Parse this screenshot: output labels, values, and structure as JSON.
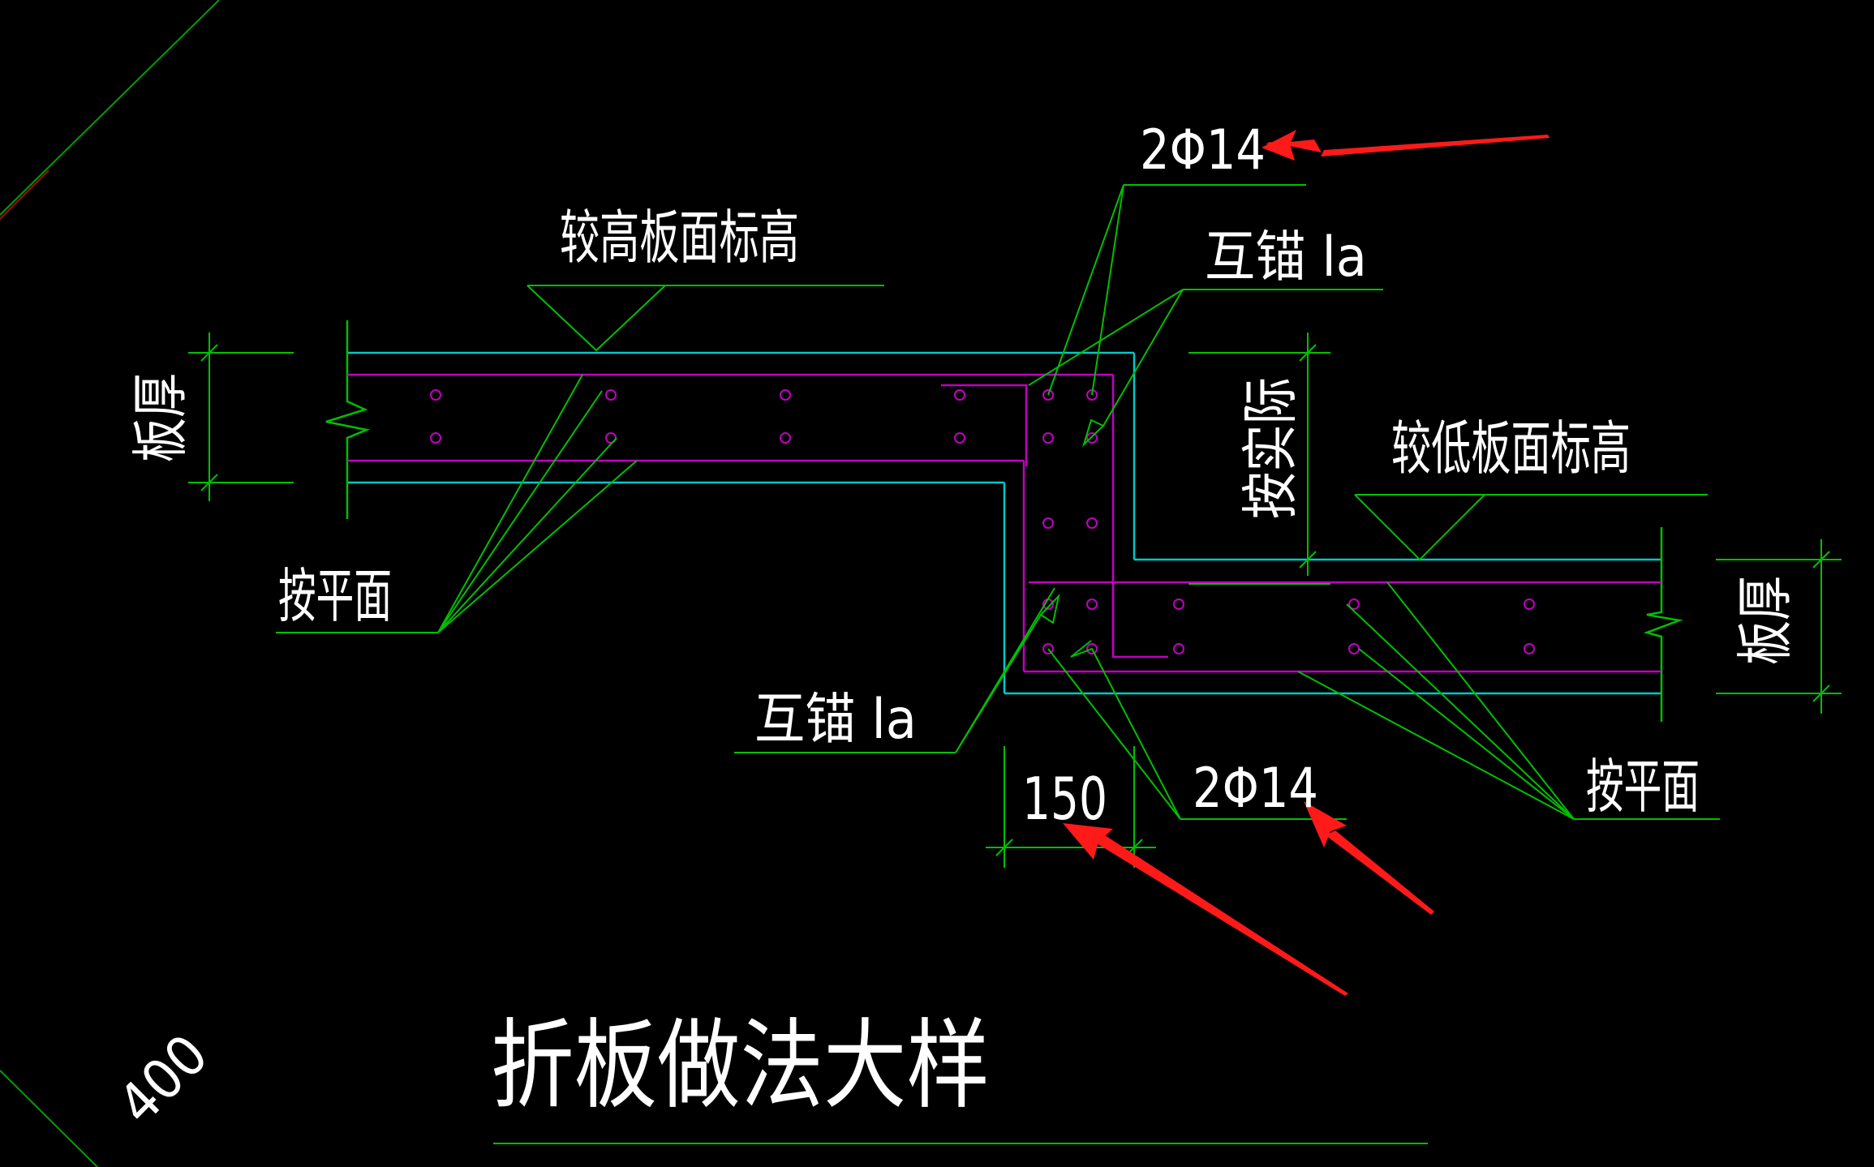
{
  "drawing": {
    "title": "折板做法大样",
    "labels": {
      "higher_elevation": "较高板面标高",
      "lower_elevation": "较低板面标高",
      "slab_thickness_left": "板厚",
      "slab_thickness_right": "板厚",
      "per_actual": "按实际",
      "per_plan_left": "按平面",
      "per_plan_right": "按平面",
      "anchor_top": "互锚 la",
      "anchor_bottom": "互锚 la",
      "rebar_top": "2Φ14",
      "rebar_bottom": "2Φ14",
      "dim_150": "150",
      "dim_400": "400"
    },
    "colors": {
      "background": "#000000",
      "slab_outline": "#00c8c8",
      "rebar": "#c000c0",
      "leader_dimension": "#00c000",
      "text": "#ffffff",
      "annotation_arrow": "#ff1a1a"
    }
  }
}
